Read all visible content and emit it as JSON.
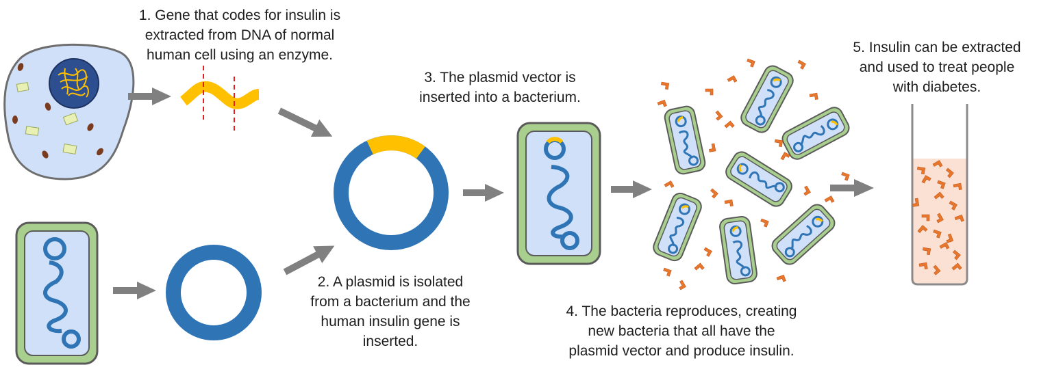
{
  "captions": {
    "step1": [
      "1. Gene that codes for insulin is",
      "extracted from DNA of normal",
      "human cell using an enzyme."
    ],
    "step2": [
      "2. A plasmid is isolated",
      "from a bacterium and the",
      "human insulin gene is",
      "inserted."
    ],
    "step3": [
      "3. The plasmid vector is",
      "inserted into a bacterium."
    ],
    "step4": [
      "4. The bacteria reproduces, creating",
      "new bacteria that all have the",
      "plasmid vector and produce insulin."
    ],
    "step5": [
      "5. Insulin can be extracted",
      "and used to treat people",
      "with diabetes."
    ]
  },
  "colors": {
    "dna_blue": "#2f75b6",
    "gene_yellow": "#ffc000",
    "cell_fill": "#cfe0f8",
    "cell_wall": "#a9cf8e",
    "cut_line": "#e02020",
    "arrow": "#808080",
    "insulin": "#e8772e",
    "tube_fill": "#fbe1d3",
    "nucleus": "#2e4f8f",
    "mitochondria": "#7a3b1e",
    "organelle": "#e9f0b4"
  },
  "icons": {
    "human_cell": "human-cell-icon",
    "bacterium": "bacterium-icon",
    "plasmid": "plasmid-icon",
    "gene": "insulin-gene-icon",
    "test_tube": "test-tube-icon"
  }
}
